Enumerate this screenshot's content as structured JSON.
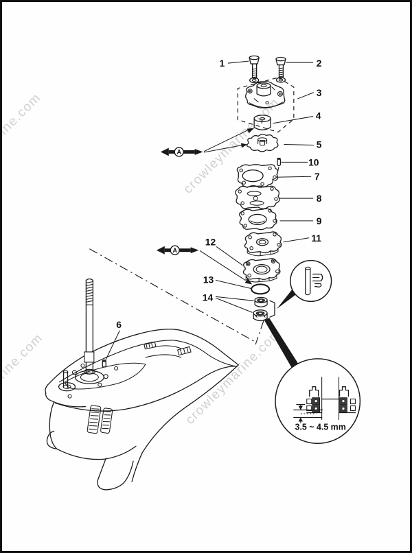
{
  "colors": {
    "ink": "#1a1a1a",
    "paper": "#fefefe",
    "frame": "#101010",
    "watermark": "#c9c9c9"
  },
  "watermark": {
    "text": "crowleymarine.com"
  },
  "view_marker": {
    "letter": "A"
  },
  "detail_inset": {
    "measurement": "3.5 ~ 4.5 mm"
  },
  "callouts": {
    "c1": "1",
    "c2": "2",
    "c3": "3",
    "c4": "4",
    "c5": "5",
    "c6": "6",
    "c7": "7",
    "c8": "8",
    "c9": "9",
    "c10": "10",
    "c11": "11",
    "c12": "12",
    "c13": "13",
    "c14": "14"
  }
}
